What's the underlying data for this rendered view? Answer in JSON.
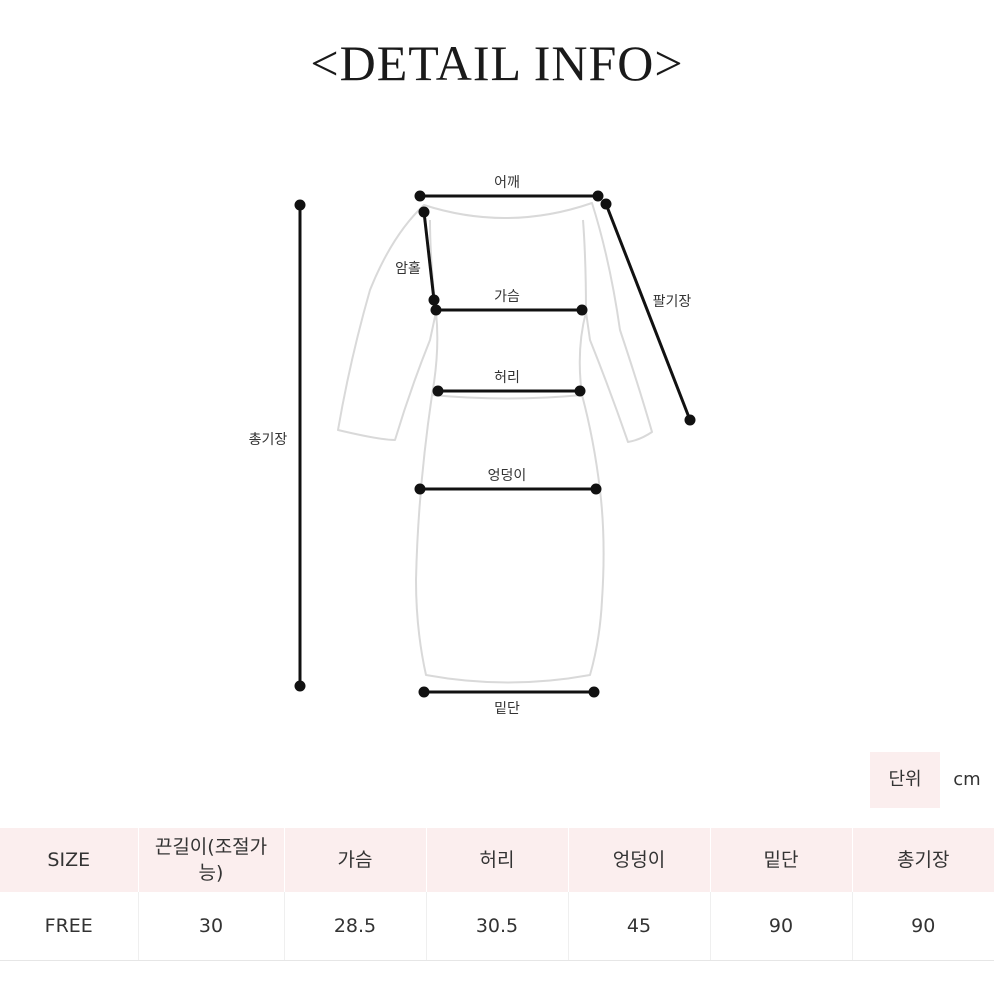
{
  "title": "<DETAIL INFO>",
  "diagram_labels": {
    "shoulder": "어깨",
    "armhole": "암홀",
    "chest": "가슴",
    "sleeve_length": "팔기장",
    "waist": "허리",
    "total_length": "총기장",
    "hip": "엉덩이",
    "hem": "밑단"
  },
  "unit": {
    "label": "단위",
    "value": "cm"
  },
  "table": {
    "headers": [
      "SIZE",
      "끈길이(조절가능)",
      "가슴",
      "허리",
      "엉덩이",
      "밑단",
      "총기장"
    ],
    "rows": [
      [
        "FREE",
        "30",
        "28.5",
        "30.5",
        "45",
        "90",
        "90"
      ]
    ]
  }
}
